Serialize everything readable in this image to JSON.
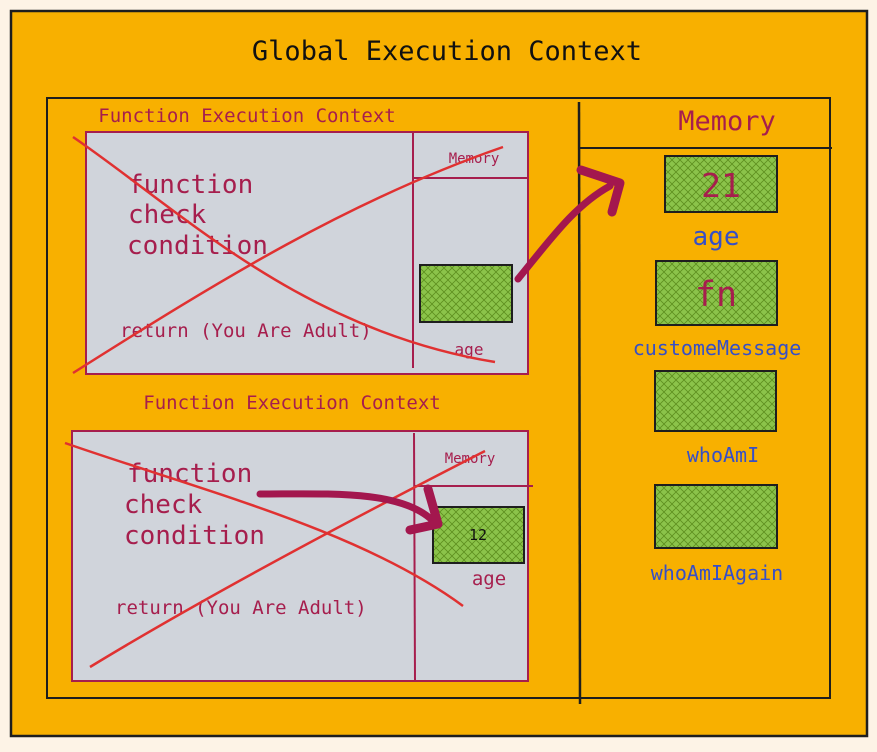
{
  "colors": {
    "outer_bg": "#f8b000",
    "panel_bg": "#d0d4db",
    "text_maroon": "#a61e4d",
    "text_blue": "#364fc7",
    "cross_red": "#e03131",
    "cell_fill": "#8bc34a",
    "arrow": "#a3174e"
  },
  "global": {
    "title": "Global Execution Context"
  },
  "memory": {
    "title": "Memory",
    "cells": [
      {
        "value": "21",
        "label": "age"
      },
      {
        "value": "fn",
        "label": "customeMessage"
      },
      {
        "value": "",
        "label": "whoAmI"
      },
      {
        "value": "",
        "label": "whoAmIAgain"
      }
    ]
  },
  "fec1": {
    "title": "Function Execution Context",
    "code_line1": "function",
    "code_line2": "check",
    "code_line3": "condition",
    "return_text": "return (You Are Adult)",
    "memory_label": "Memory",
    "cell_value": "",
    "cell_label": "age",
    "crossed_out": true
  },
  "fec2": {
    "title": "Function Execution Context",
    "code_line1": "function",
    "code_line2": "check",
    "code_line3": "condition",
    "return_text": "return (You Are Adult)",
    "memory_label": "Memory",
    "cell_value": "12",
    "cell_label": "age",
    "crossed_out": true
  }
}
